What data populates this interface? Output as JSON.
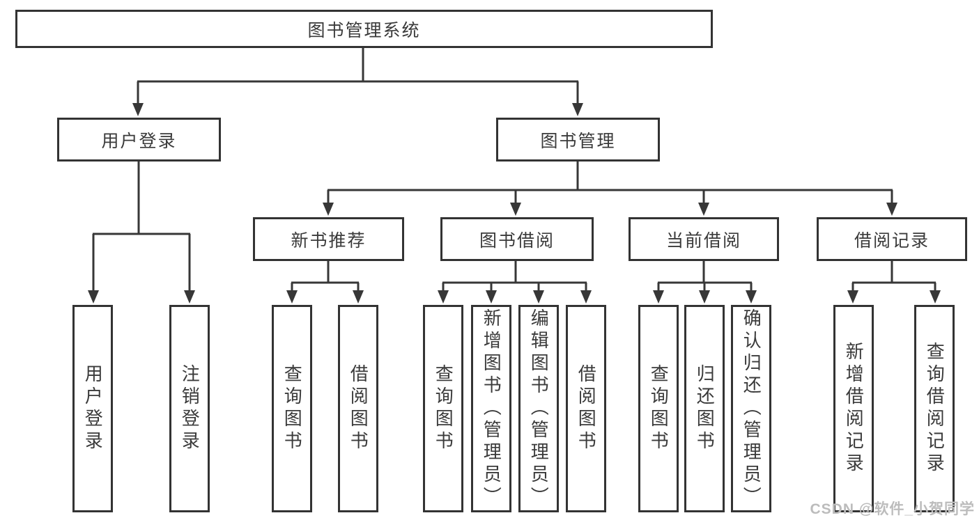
{
  "diagram": {
    "root": "图书管理系统",
    "level2": [
      "用户登录",
      "图书管理"
    ],
    "level3": [
      "新书推荐",
      "图书借阅",
      "当前借阅",
      "借阅记录"
    ],
    "leaves": [
      "用户登录",
      "注销登录",
      "查询图书",
      "借阅图书",
      "查询图书",
      "新增图书（管理员）",
      "编辑图书（管理员）",
      "借阅图书",
      "查询图书",
      "归还图书",
      "确认归还（管理员）",
      "新增借阅记录",
      "查询借阅记录"
    ]
  },
  "watermark": "CSDN @软件_小贺同学",
  "colors": {
    "line": "#373737",
    "box_border": "#333333",
    "box_fill": "#ffffff",
    "text": "#3a3a3a",
    "watermark": "#bcbcbc",
    "background": "#ffffff"
  }
}
